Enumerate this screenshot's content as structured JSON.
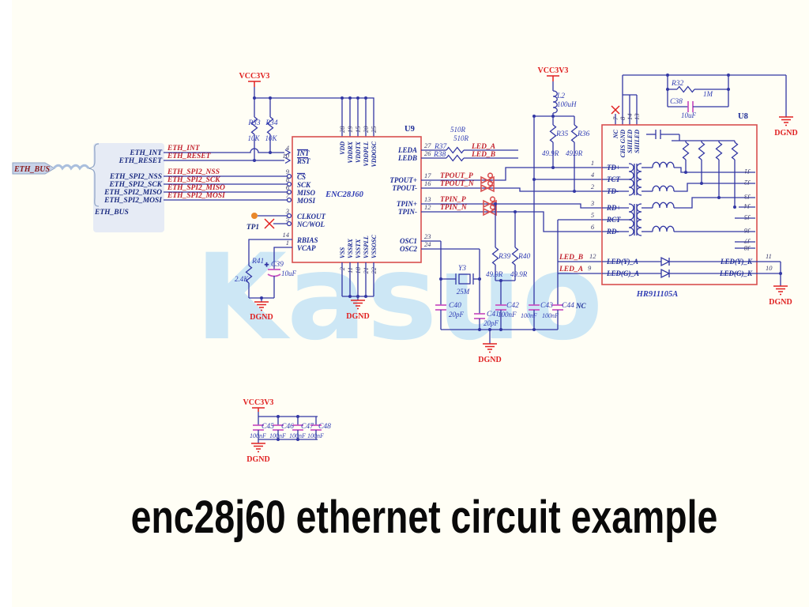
{
  "title": "enc28j60 ethernet circuit example",
  "watermark": "Kasuo",
  "power": {
    "vcc": "VCC3V3",
    "gnd": "DGND"
  },
  "bus": {
    "tag": "ETH_BUS",
    "group_label": "ETH_BUS",
    "signals": [
      "ETH_INT",
      "ETH_RESET",
      "ETH_SPI2_NSS",
      "ETH_SPI2_SCK",
      "ETH_SPI2_MISO",
      "ETH_SPI2_MOSI"
    ]
  },
  "nets": {
    "led_a": "LED_A",
    "led_b": "LED_B",
    "tpout_p": "TPOUT_P",
    "tpout_n": "TPOUT_N",
    "tpin_p": "TPIN_P",
    "tpin_n": "TPIN_N"
  },
  "u9": {
    "ref": "U9",
    "part": "ENC28J60",
    "left_pins": [
      {
        "num": "4",
        "name": "INT"
      },
      {
        "num": "10",
        "name": "RST"
      },
      {
        "num": "9",
        "name": "CS"
      },
      {
        "num": "8",
        "name": "SCK"
      },
      {
        "num": "6",
        "name": "MISO"
      },
      {
        "num": "7",
        "name": "MOSI"
      },
      {
        "num": "3",
        "name": "CLKOUT"
      },
      {
        "num": "5",
        "name": "NC/WOL"
      },
      {
        "num": "14",
        "name": "RBIAS"
      },
      {
        "num": "1",
        "name": "VCAP"
      }
    ],
    "top_pins": [
      {
        "num": "28",
        "name": "VDD"
      },
      {
        "num": "19",
        "name": "VDDRX"
      },
      {
        "num": "15",
        "name": "VDDTX"
      },
      {
        "num": "20",
        "name": "VDDPLL"
      },
      {
        "num": "25",
        "name": "VDDOSC"
      }
    ],
    "bottom_pins": [
      {
        "num": "2",
        "name": "VSS"
      },
      {
        "num": "11",
        "name": "VSSRX"
      },
      {
        "num": "18",
        "name": "VSSTX"
      },
      {
        "num": "21",
        "name": "VSSPLL"
      },
      {
        "num": "22",
        "name": "VSSOSC"
      }
    ],
    "right_pins": [
      {
        "num": "27",
        "name": "LEDA"
      },
      {
        "num": "26",
        "name": "LEDB"
      },
      {
        "num": "17",
        "name": "TPOUT+"
      },
      {
        "num": "16",
        "name": "TPOUT-"
      },
      {
        "num": "13",
        "name": "TPIN+"
      },
      {
        "num": "12",
        "name": "TPIN-"
      },
      {
        "num": "23",
        "name": "OSC1"
      },
      {
        "num": "24",
        "name": "OSC2"
      }
    ]
  },
  "u8": {
    "ref": "U8",
    "part": "HR911105A",
    "left_pins": [
      {
        "num": "1",
        "name": "TD+"
      },
      {
        "num": "4",
        "name": "TCT"
      },
      {
        "num": "2",
        "name": "TD-"
      },
      {
        "num": "3",
        "name": "RD+"
      },
      {
        "num": "5",
        "name": "RCT"
      },
      {
        "num": "6",
        "name": "RD-"
      },
      {
        "num": "12",
        "name": "LED(Y)_A"
      },
      {
        "num": "9",
        "name": "LED(G)_A"
      }
    ],
    "right_pins": [
      {
        "num": "11",
        "name": "LED(Y)_K"
      },
      {
        "num": "10",
        "name": "LED(G)_K"
      }
    ],
    "top_pins": [
      {
        "num": "7",
        "name": "NC"
      },
      {
        "num": "8",
        "name": "CHS GND"
      },
      {
        "num": "14",
        "name": "SHILED"
      },
      {
        "num": "13",
        "name": "SHILED"
      }
    ],
    "j_pins": [
      "J1",
      "J2",
      "J3",
      "J4",
      "J5",
      "J6",
      "J7",
      "J8"
    ]
  },
  "components": {
    "r32": {
      "ref": "R32",
      "value": "1M"
    },
    "r33": {
      "ref": "R33",
      "value": "10K"
    },
    "r34": {
      "ref": "R34",
      "value": "10K"
    },
    "r35": {
      "ref": "R35",
      "value": "49.9R"
    },
    "r36": {
      "ref": "R36",
      "value": "49.9R"
    },
    "r37": {
      "ref": "R37",
      "value": "510R"
    },
    "r38": {
      "ref": "R38",
      "value": "510R"
    },
    "r39": {
      "ref": "R39",
      "value": "49.9R"
    },
    "r40": {
      "ref": "R40",
      "value": "49.9R"
    },
    "r41": {
      "ref": "R41",
      "value": "2.4K"
    },
    "l2": {
      "ref": "L2",
      "value": "100uH"
    },
    "y3": {
      "ref": "Y3",
      "value": "25M"
    },
    "c38": {
      "ref": "C38",
      "value": "10uF"
    },
    "c39": {
      "ref": "C39",
      "value": "10uF",
      "plus": "+"
    },
    "c40": {
      "ref": "C40",
      "value": "20pF"
    },
    "c41": {
      "ref": "C41",
      "value": "20pF"
    },
    "c42": {
      "ref": "C42",
      "value": "100nF"
    },
    "c43": {
      "ref": "C43",
      "value": "100nF"
    },
    "c44": {
      "ref": "C44",
      "value": "100nF",
      "note": "NC"
    },
    "c45": {
      "ref": "C45",
      "value": "100nF"
    },
    "c46": {
      "ref": "C46",
      "value": "100nF"
    },
    "c47": {
      "ref": "C47",
      "value": "100nF"
    },
    "c48": {
      "ref": "C48",
      "value": "100nF"
    },
    "tp1": {
      "ref": "TP1"
    }
  }
}
